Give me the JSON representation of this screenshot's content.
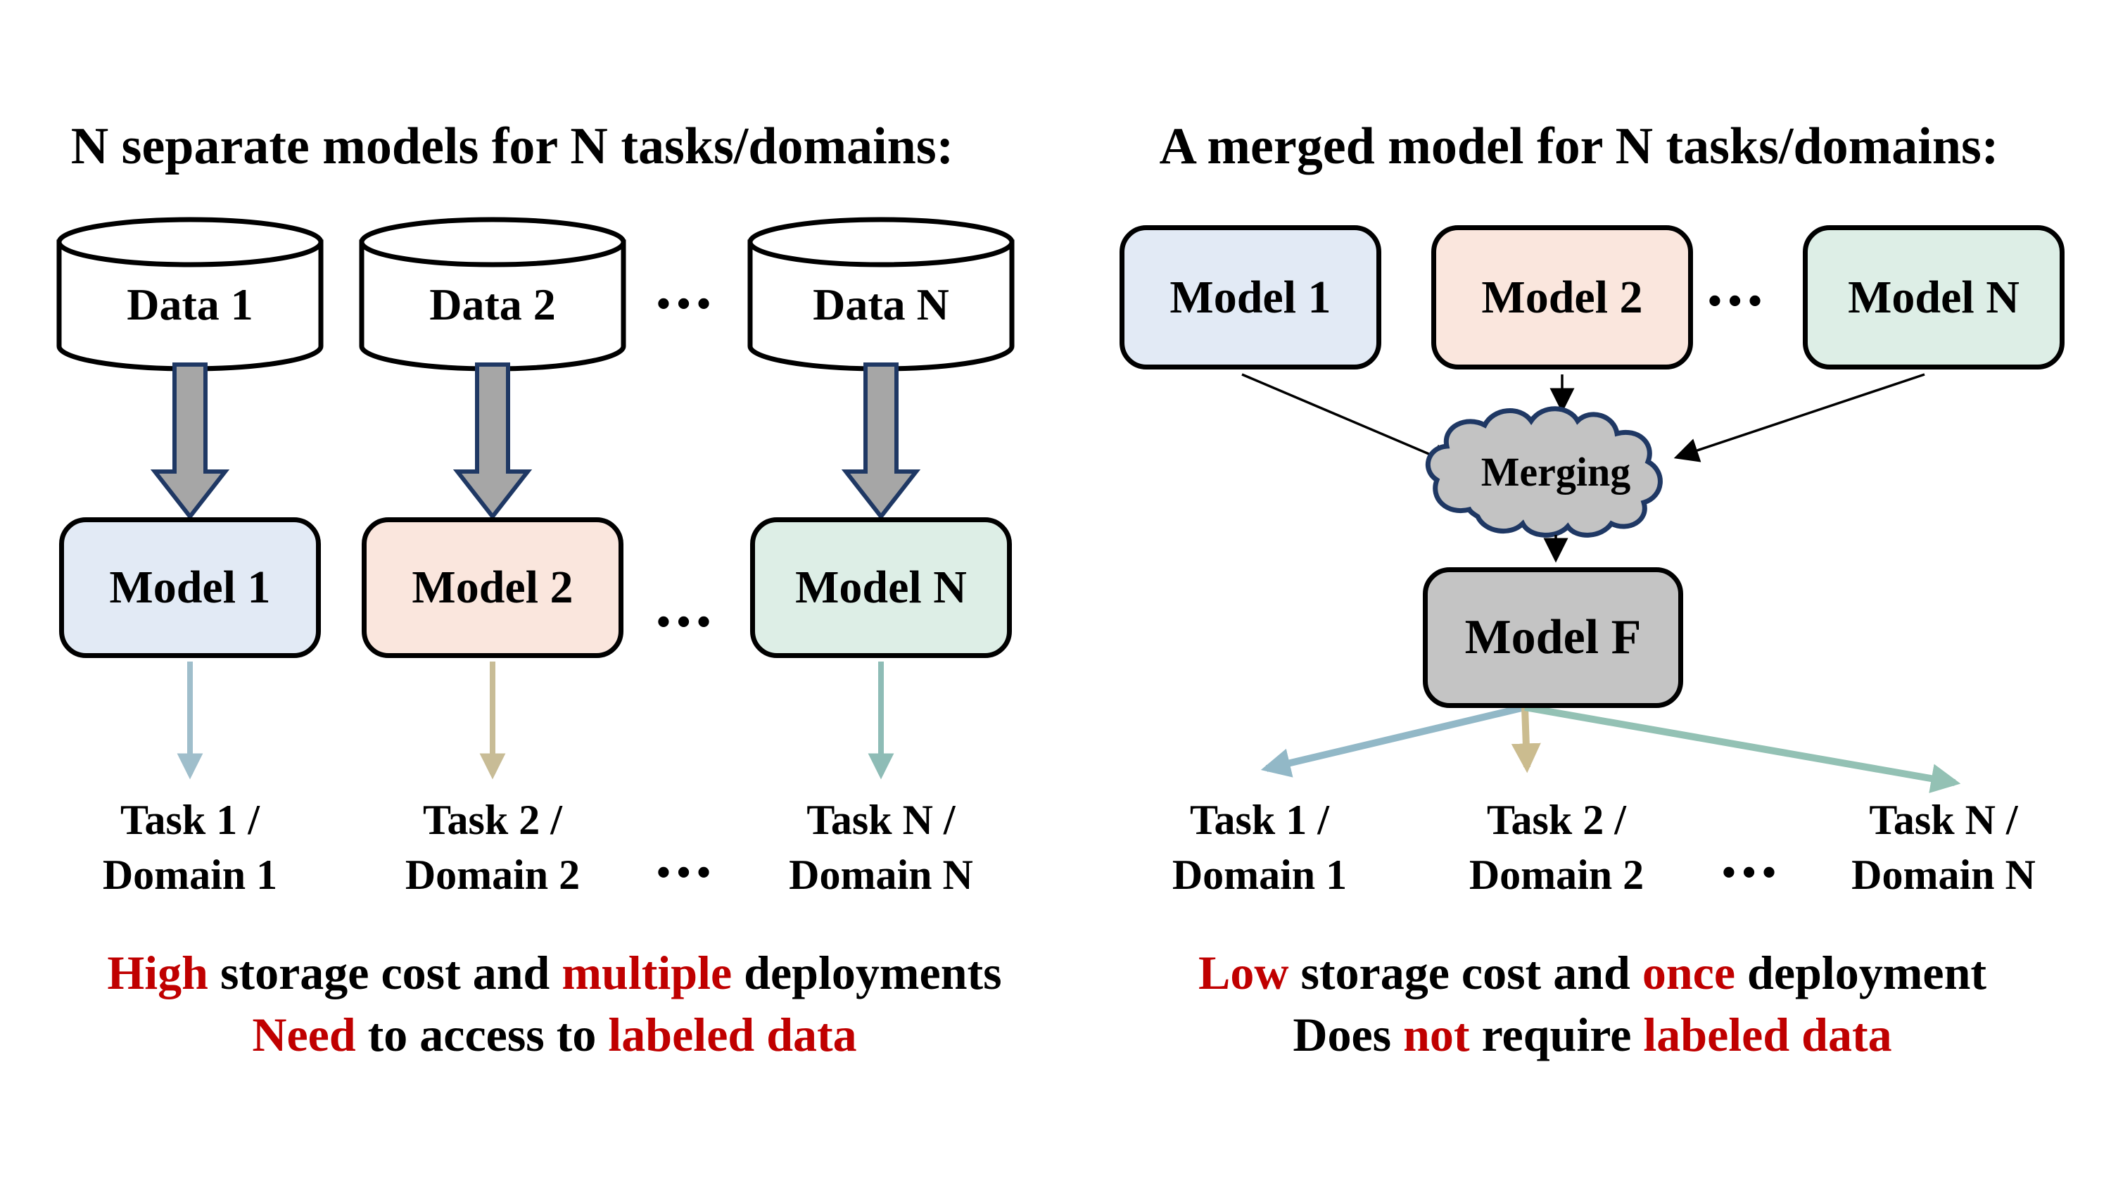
{
  "left": {
    "title": "N separate models for N tasks/domains:",
    "data_labels": [
      "Data 1",
      "Data 2",
      "Data N"
    ],
    "model_labels": [
      "Model 1",
      "Model 2",
      "Model N"
    ],
    "task_labels": [
      {
        "line1": "Task 1 /",
        "line2": "Domain 1"
      },
      {
        "line1": "Task 2 /",
        "line2": "Domain 2"
      },
      {
        "line1": "Task N /",
        "line2": "Domain N"
      }
    ],
    "ellipsis": "•••",
    "summary": {
      "line1": [
        "High",
        " storage cost and ",
        "multiple",
        " deployments"
      ],
      "line2": [
        "Need",
        " to access to ",
        "labeled data"
      ]
    }
  },
  "right": {
    "title": "A merged model for N tasks/domains:",
    "model_labels": [
      "Model 1",
      "Model 2",
      "Model N"
    ],
    "merge_label": "Merging",
    "merged_model_label": "Model F",
    "task_labels": [
      {
        "line1": "Task 1 /",
        "line2": "Domain 1"
      },
      {
        "line1": "Task 2 /",
        "line2": "Domain 2"
      },
      {
        "line1": "Task N /",
        "line2": "Domain N"
      }
    ],
    "ellipsis": "•••",
    "summary": {
      "line1": [
        "Low",
        " storage cost and ",
        "once",
        " deployment"
      ],
      "line2": [
        "Does ",
        "not",
        " require ",
        "labeled data"
      ]
    }
  },
  "colors": {
    "highlight_red": "#c00000",
    "outline_navy": "#1f3864",
    "box_border_black": "#000000",
    "model1_fill": "#e2eaf5",
    "model2_fill": "#fae6dd",
    "modelN_fill": "#ddeee6",
    "merged_model_fill": "#c4c4c4",
    "cloud_fill": "#c3c3c3",
    "thick_arrow_fill": "#a6a6a6",
    "task_arrow_blue": "#9fbecb",
    "task_arrow_tan": "#c8bc96",
    "task_arrow_teal": "#8ebcb6",
    "fan_arrow_blue": "#92b8c7",
    "fan_arrow_tan": "#cbbc8f",
    "fan_arrow_teal": "#93c1b4"
  }
}
